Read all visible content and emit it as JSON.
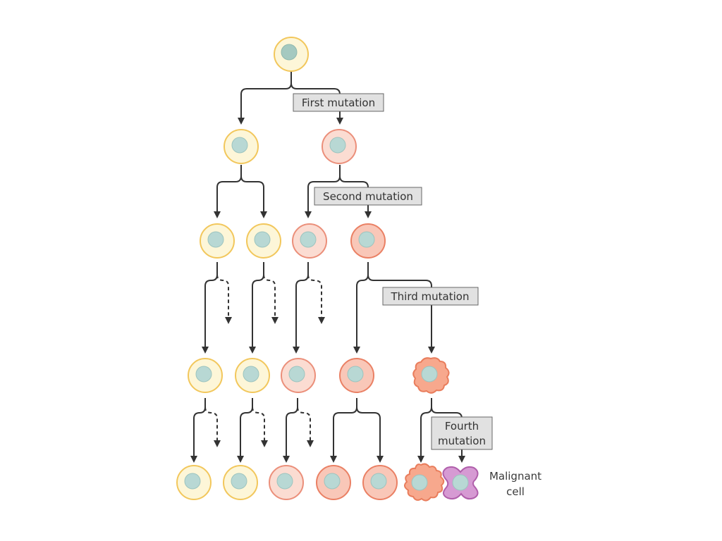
{
  "labels": {
    "first": "First mutation",
    "second": "Second mutation",
    "third": "Third mutation",
    "fourth_line1": "Fourth",
    "fourth_line2": "mutation",
    "malignant_line1": "Malignant",
    "malignant_line2": "cell"
  },
  "colors": {
    "normal_fill": "#fdf6d8",
    "normal_stroke": "#f2c75c",
    "mut1_fill": "#fbdcd2",
    "mut1_stroke": "#eb8f7a",
    "mut2_fill": "#f9c7b8",
    "mut2_stroke": "#ea8064",
    "mut3_fill": "#f7a88d",
    "mut3_stroke": "#e97d5c",
    "malignant_fill": "#d69ad3",
    "malignant_stroke": "#b05fab",
    "nucleus": "#b8d8d4",
    "nucleus_stroke": "#9cc4bf",
    "root_nucleus": "#a5c9c0",
    "arrow": "#333333",
    "label_bg": "#e1e1e1",
    "label_border": "#666666"
  }
}
